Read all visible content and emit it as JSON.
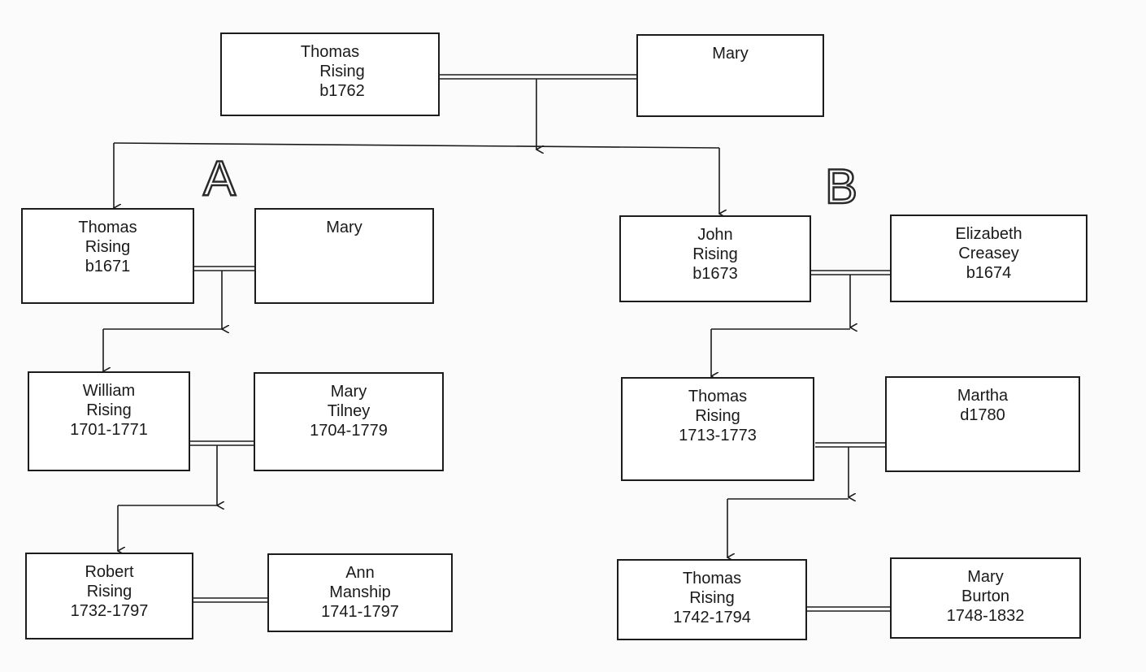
{
  "people": {
    "thomas_b1762": {
      "line1": "Thomas",
      "line2": "Rising",
      "line3": "b1762"
    },
    "mary_top": {
      "line1": "Mary"
    },
    "thomas_b1671": {
      "line1": "Thomas",
      "line2": "Rising",
      "line3": "b1671"
    },
    "mary_a": {
      "line1": "Mary"
    },
    "william_rising": {
      "line1": "William",
      "line2": "Rising",
      "line3": "1701-1771"
    },
    "mary_tilney": {
      "line1": "Mary",
      "line2": "Tilney",
      "line3": "1704-1779"
    },
    "robert_rising": {
      "line1": "Robert",
      "line2": "Rising",
      "line3": "1732-1797"
    },
    "ann_manship": {
      "line1": "Ann",
      "line2": "Manship",
      "line3": "1741-1797"
    },
    "john_rising": {
      "line1": "John",
      "line2": "Rising",
      "line3": "b1673"
    },
    "elizabeth_creasey": {
      "line1": "Elizabeth",
      "line2": "Creasey",
      "line3": "b1674"
    },
    "thomas_1713": {
      "line1": "Thomas",
      "line2": "Rising",
      "line3": "1713-1773"
    },
    "martha": {
      "line1": "Martha",
      "line2": "d1780"
    },
    "thomas_1742": {
      "line1": "Thomas",
      "line2": "Rising",
      "line3": "1742-1794"
    },
    "mary_burton": {
      "line1": "Mary",
      "line2": "Burton",
      "line3": "1748-1832"
    }
  },
  "branches": {
    "a": "A",
    "b": "B"
  }
}
